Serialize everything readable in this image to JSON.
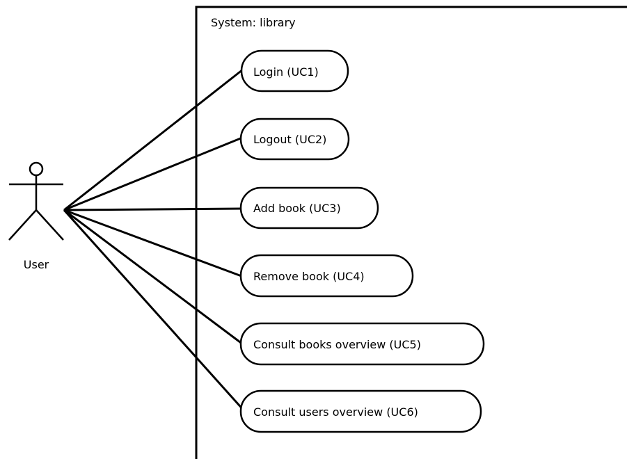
{
  "system": {
    "label": "System: library"
  },
  "actor": {
    "name": "User"
  },
  "use_cases": [
    {
      "id": "UC1",
      "label": "Login (UC1)"
    },
    {
      "id": "UC2",
      "label": "Logout (UC2)"
    },
    {
      "id": "UC3",
      "label": "Add book (UC3)"
    },
    {
      "id": "UC4",
      "label": "Remove book (UC4)"
    },
    {
      "id": "UC5",
      "label": "Consult books overview (UC5)"
    },
    {
      "id": "UC6",
      "label": "Consult users overview (UC6)"
    }
  ],
  "colors": {
    "stroke": "#000000",
    "fill": "#ffffff"
  }
}
